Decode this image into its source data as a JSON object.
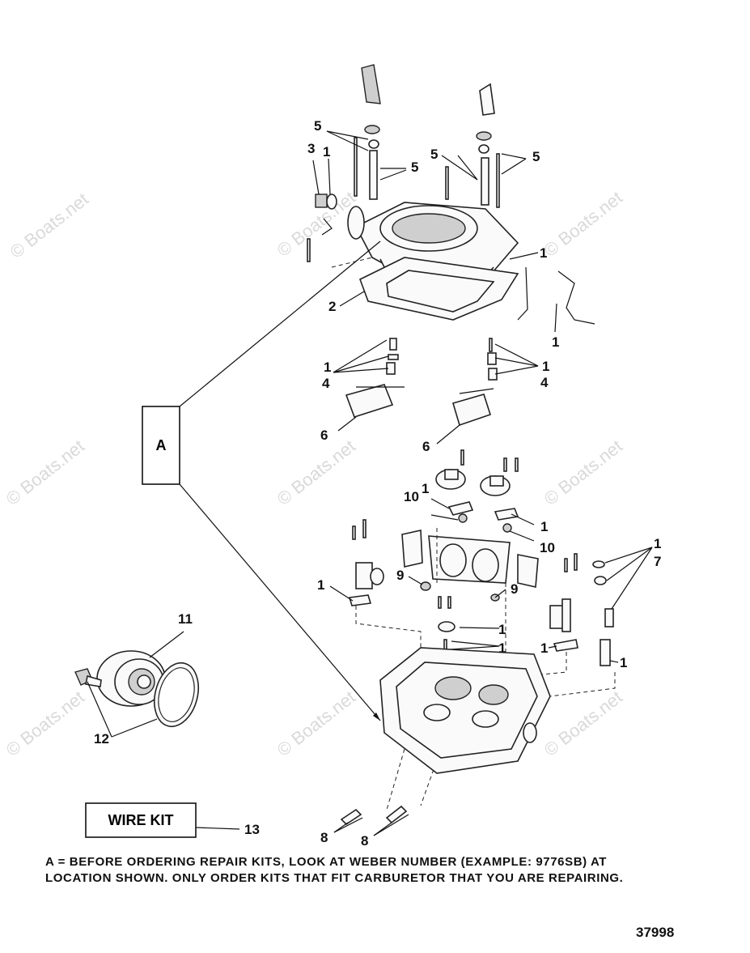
{
  "watermark": "© Boats.net",
  "callouts": {
    "c1": "1",
    "c2": "2",
    "c3": "3",
    "c4": "4",
    "c5": "5",
    "c6": "6",
    "c7": "7",
    "c8": "8",
    "c9": "9",
    "c10": "10",
    "c11": "11",
    "c12": "12",
    "c13": "13"
  },
  "location_box": "A",
  "wire_kit": "WIRE KIT",
  "note_lines": [
    "A = BEFORE ORDERING REPAIR KITS, LOOK AT WEBER NUMBER (EXAMPLE: 9776SB) AT",
    "LOCATION SHOWN.  ONLY ORDER KITS THAT FIT CARBURETOR THAT YOU ARE REPAIRING."
  ],
  "figure_number": "37998"
}
